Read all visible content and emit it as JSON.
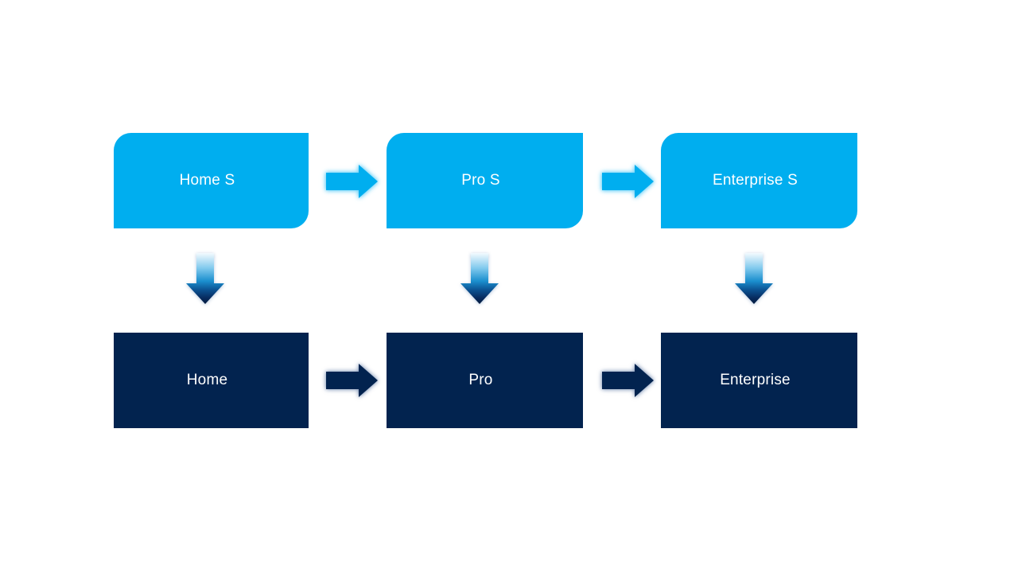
{
  "diagram": {
    "top_row": [
      {
        "label": "Home S"
      },
      {
        "label": "Pro S"
      },
      {
        "label": "Enterprise S"
      }
    ],
    "bottom_row": [
      {
        "label": "Home"
      },
      {
        "label": "Pro"
      },
      {
        "label": "Enterprise"
      }
    ],
    "colors": {
      "top_box": "#00AEEF",
      "bottom_box": "#02234F",
      "background": "#FFFFFF",
      "label_text": "#FFFFFF",
      "down_arrow_gradient_top": "#F3FAFE",
      "down_arrow_gradient_bottom": "#041C40"
    }
  }
}
